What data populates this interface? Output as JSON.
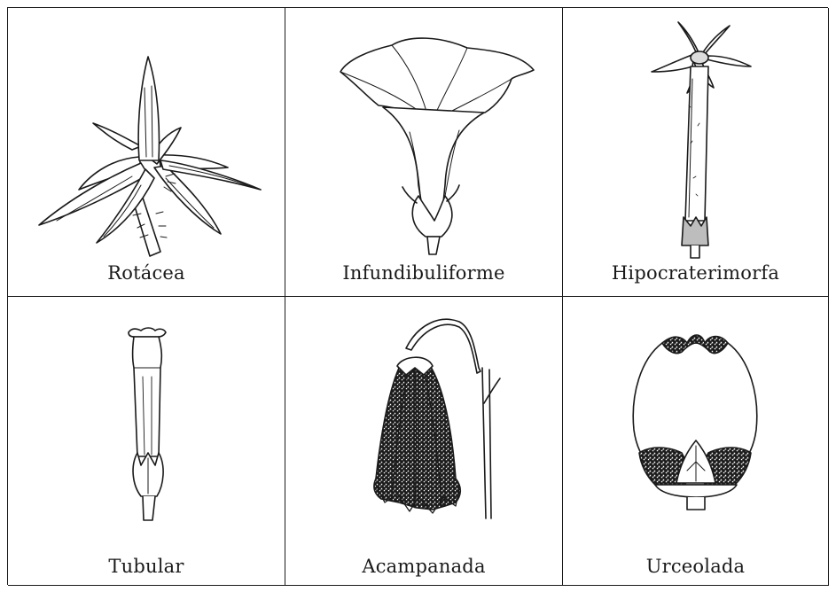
{
  "cells": [
    {
      "label": "Rotácea",
      "icon": "rotate-flower-icon"
    },
    {
      "label": "Infundibuliforme",
      "icon": "funnel-flower-icon"
    },
    {
      "label": "Hipocraterimorfa",
      "icon": "salverform-flower-icon"
    },
    {
      "label": "Tubular",
      "icon": "tubular-flower-icon"
    },
    {
      "label": "Acampanada",
      "icon": "bell-flower-icon"
    },
    {
      "label": "Urceolada",
      "icon": "urceolate-flower-icon"
    }
  ],
  "colors": {
    "ink": "#1a1a1a",
    "background": "#ffffff",
    "fill": "#f4f4f4"
  }
}
